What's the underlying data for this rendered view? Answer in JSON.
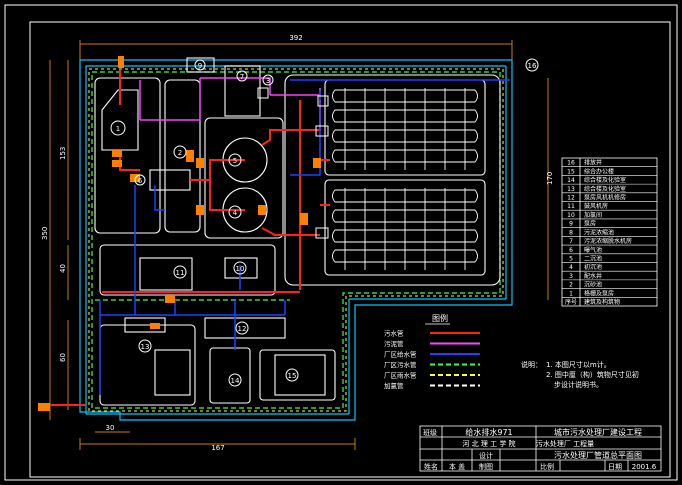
{
  "dimensions": {
    "top": "392",
    "bottom": "167",
    "right": "170",
    "left_total": "350",
    "left_upper": "153",
    "left_mid": "40",
    "left_low": "60",
    "bottom_left": "30"
  },
  "markers": [
    "1",
    "2",
    "3",
    "4",
    "5",
    "6",
    "7",
    "8",
    "9",
    "10",
    "11",
    "12",
    "13",
    "14",
    "15",
    "16"
  ],
  "component_table": {
    "rows": [
      {
        "no": "16",
        "name": "排放井"
      },
      {
        "no": "15",
        "name": "综合办公楼"
      },
      {
        "no": "14",
        "name": "综合楼及化验室"
      },
      {
        "no": "13",
        "name": "综合楼及化验室"
      },
      {
        "no": "12",
        "name": "泵房风机机修房"
      },
      {
        "no": "11",
        "name": "鼓风机房"
      },
      {
        "no": "10",
        "name": "加氯间"
      },
      {
        "no": "9",
        "name": "泵房"
      },
      {
        "no": "8",
        "name": "污泥浓缩池"
      },
      {
        "no": "7",
        "name": "污泥浓缩脱水机房"
      },
      {
        "no": "6",
        "name": "曝气池"
      },
      {
        "no": "5",
        "name": "二沉池"
      },
      {
        "no": "4",
        "name": "初沉池"
      },
      {
        "no": "3",
        "name": "配水井"
      },
      {
        "no": "2",
        "name": "沉砂池"
      },
      {
        "no": "1",
        "name": "格栅及泵房"
      }
    ],
    "header": {
      "no": "序号",
      "name": "建筑及构筑物"
    }
  },
  "legend": {
    "title": "图例",
    "items": [
      {
        "label": "污水管",
        "color": "#ff2020",
        "style": "solid"
      },
      {
        "label": "污泥管",
        "color": "#ff40ff",
        "style": "solid"
      },
      {
        "label": "厂区给水管",
        "color": "#2040ff",
        "style": "solid"
      },
      {
        "label": "厂区污水管",
        "color": "#40ff40",
        "style": "dashed"
      },
      {
        "label": "厂区雨水管",
        "color": "#ffff40",
        "style": "dashed"
      },
      {
        "label": "加氯管",
        "color": "#ffffff",
        "style": "dashed"
      }
    ]
  },
  "notes": {
    "label": "说明：",
    "lines": [
      "1. 本图尺寸以m计。",
      "2. 图中厘（构）筑物尺寸见初",
      "步设计说明书。"
    ]
  },
  "title_block": {
    "class_label": "班级",
    "class_value": "给水排水971",
    "project": "城市污水处理厂建设工程",
    "school": "河 北 理 工 学 院",
    "design_label": "设计",
    "design_sub": "污水处理厂 工程量",
    "draw_label": "制图",
    "drawing_title": "污水处理厂管道总平面图",
    "name_label": "姓名",
    "name_value": "本 盖",
    "scale_label": "比例",
    "date_label": "日期",
    "date_value": "2001.6"
  },
  "colors": {
    "boundary_cyan": "#00c8ff",
    "structure_white": "#ffffff",
    "sewage_red": "#ff2020",
    "sludge_magenta": "#ff40ff",
    "water_blue": "#2040ff",
    "plant_sewer_green": "#40ff40",
    "rain_yellow": "#ffff40",
    "orange_valve": "#ff8000",
    "dimension_orange": "#c88000"
  }
}
